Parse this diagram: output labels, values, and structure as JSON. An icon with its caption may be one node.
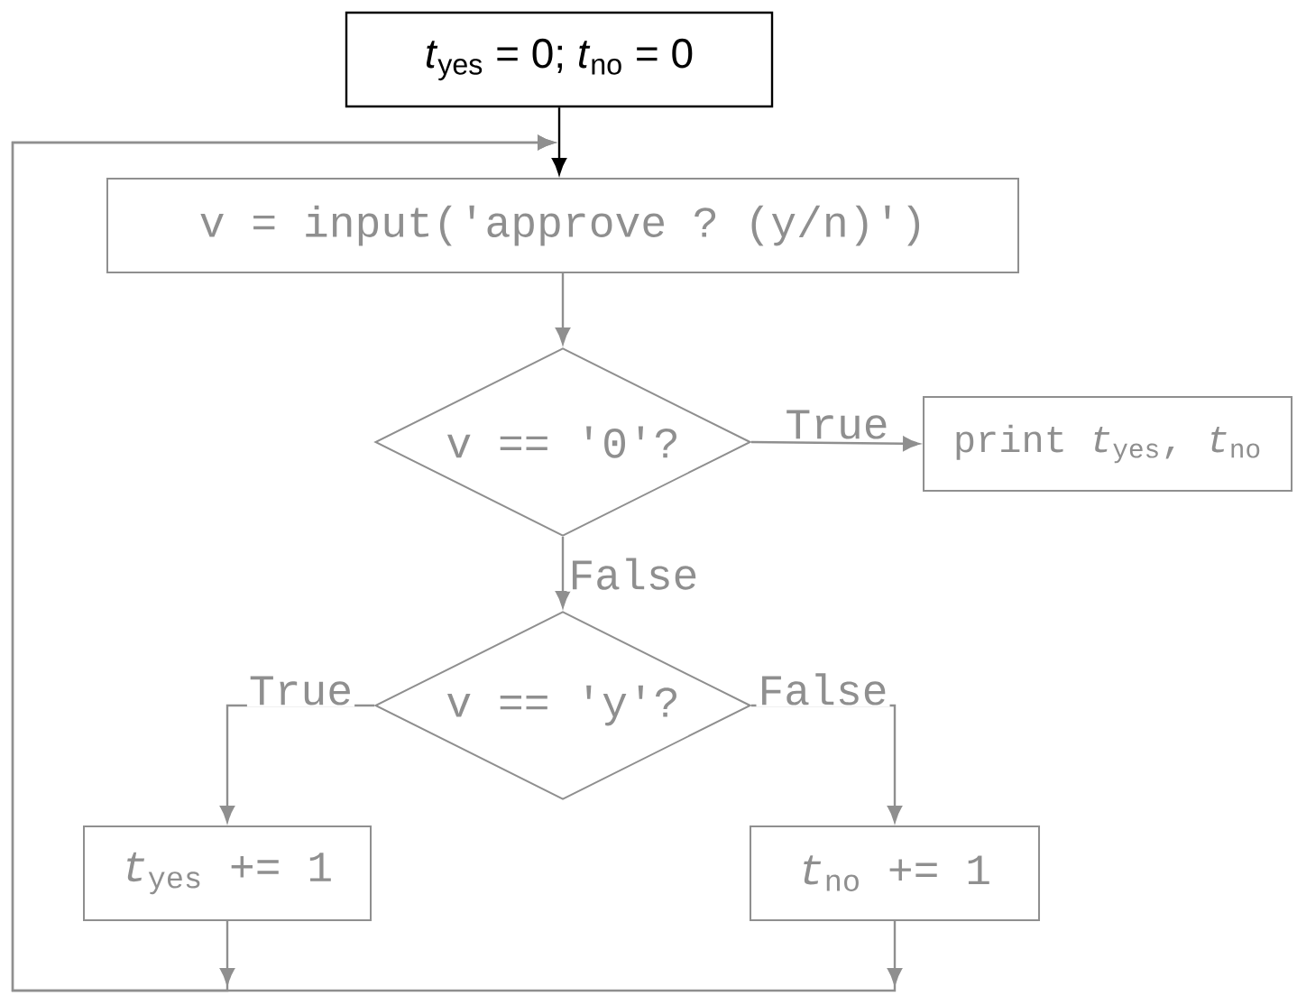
{
  "diagram": {
    "nodes": [
      {
        "text": [
          "*t*$_{yes}$ = 0; *t*$_{no}$ = 0"
        ]
      },
      {
        "text": [
          "v = input('approve ?  (y/n)')"
        ]
      },
      {
        "text": [
          "v == '0'?"
        ]
      },
      {
        "text": [
          "print *t*$_{yes}$, *t*$_{no}$"
        ]
      },
      {
        "text": [
          "v == 'y'?"
        ]
      },
      {
        "text": [
          "*t*$_{yes}$ += 1"
        ]
      },
      {
        "text": [
          "*t*$_{no}$ += 1"
        ]
      }
    ],
    "edges": [
      {
        "from": 0,
        "to": 1,
        "arrow": "to",
        "color": "#000000"
      },
      {
        "from": 1,
        "to": 2,
        "arrow": "to"
      },
      {
        "from": 2,
        "to": 3,
        "arrow": "to",
        "label": "True"
      },
      {
        "from": 2,
        "to": 4,
        "arrow": "to",
        "label": "False"
      },
      {
        "from": 4,
        "to": 5,
        "arrow": "to",
        "label": "True"
      },
      {
        "from": 4,
        "to": 6,
        "arrow": "to",
        "label": "False"
      },
      {
        "from": 5,
        "to": 1,
        "arrow": "to"
      },
      {
        "from": 6,
        "to": 1,
        "arrow": "to"
      }
    ]
  }
}
